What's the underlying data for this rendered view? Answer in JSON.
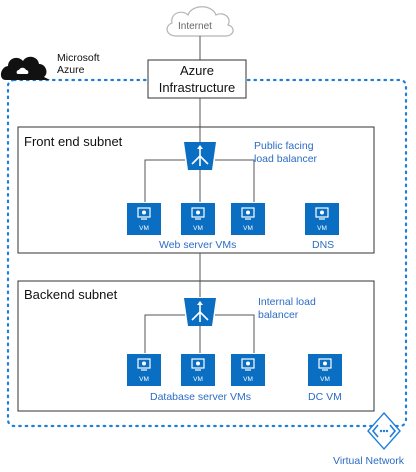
{
  "internet": {
    "label": "Internet"
  },
  "azure": {
    "label": "Microsoft Azure",
    "line1": "Microsoft",
    "line2": "Azure"
  },
  "infrastructure": {
    "line1": "Azure",
    "line2": "Infrastructure"
  },
  "frontend": {
    "title": "Front end subnet",
    "lb_line1": "Public facing",
    "lb_line2": "load balancer",
    "vm_label": "VM",
    "group_label": "Web server VMs",
    "dns_label": "DNS"
  },
  "backend": {
    "title": "Backend subnet",
    "lb_line1": "Internal load",
    "lb_line2": "balancer",
    "vm_label": "VM",
    "group_label": "Database server VMs",
    "dc_label": "DC VM"
  },
  "vnet": {
    "label": "Virtual Network"
  },
  "colors": {
    "accent": "#0a6fc2",
    "dotted": "#1e7fd8",
    "text_blue": "#2b6cc4"
  }
}
